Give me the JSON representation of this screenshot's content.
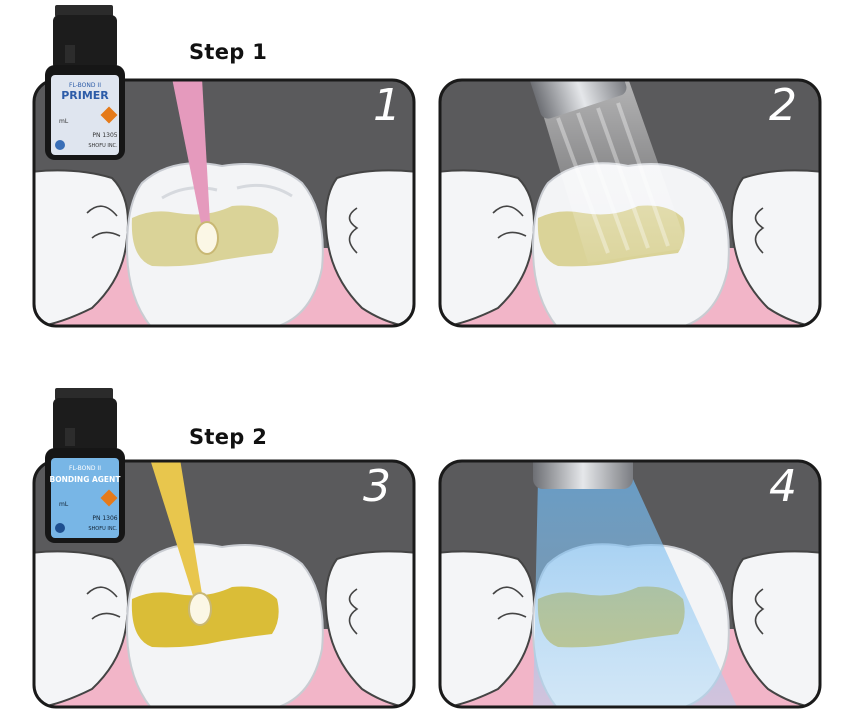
{
  "steps": [
    {
      "label": "Step 1",
      "bottle": {
        "brand": "FL-BOND II",
        "name": "PRIMER",
        "pn": "PN 1305",
        "volume": "mL",
        "maker": "SHOFU INC."
      }
    },
    {
      "label": "Step 2",
      "bottle": {
        "brand": "FL-BOND II",
        "name": "BONDING AGENT",
        "pn": "PN 1306",
        "volume": "mL",
        "maker": "SHOFU INC."
      }
    }
  ],
  "panels": [
    {
      "number": "1",
      "action": "apply-primer",
      "brush_color": "#e59abd"
    },
    {
      "number": "2",
      "action": "air-dry"
    },
    {
      "number": "3",
      "action": "apply-bonding-agent",
      "brush_color": "#e8c64d"
    },
    {
      "number": "4",
      "action": "light-cure",
      "light_color": "#6fb6ee"
    }
  ],
  "colors": {
    "panel_bg": "#5a5a5c",
    "gum": "#f2b5c8",
    "cavity_primer": "#d8cf8f",
    "cavity_bonding": "#d8b92c",
    "tooth": "#f3f4f6"
  }
}
